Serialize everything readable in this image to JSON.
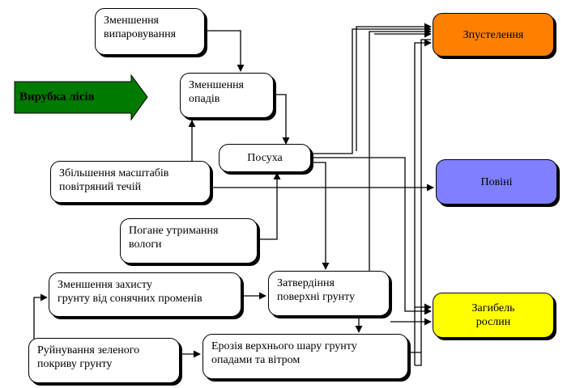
{
  "arrow_label": "Вирубка лісів",
  "nodes": {
    "evap": [
      "Зменшення",
      "випаровування"
    ],
    "precip": [
      "Зменшення",
      "опадів"
    ],
    "drought": [
      "Посуха"
    ],
    "currents": [
      "Збільшення масштабів",
      "повітряний течій"
    ],
    "moisture": [
      "Погане утримання",
      "вологи"
    ],
    "sunprotect": [
      "Зменшення захисту",
      "грунту від сонячних променів"
    ],
    "hardening": [
      "Затвердіння",
      "поверхні грунту"
    ],
    "cover": [
      "Руйнування зеленого",
      "покриву грунту"
    ],
    "erosion": [
      "Ерозія верхнього шару грунту",
      "опадами та вітром"
    ]
  },
  "outcomes": {
    "desert": "Зпустелення",
    "floods": "Повіні",
    "plants": [
      "Загибель",
      "рослин"
    ]
  },
  "colors": {
    "arrow_green": "#007a00",
    "desert": "#ff7f00",
    "floods": "#7f7fff",
    "plants": "#ffff00"
  }
}
